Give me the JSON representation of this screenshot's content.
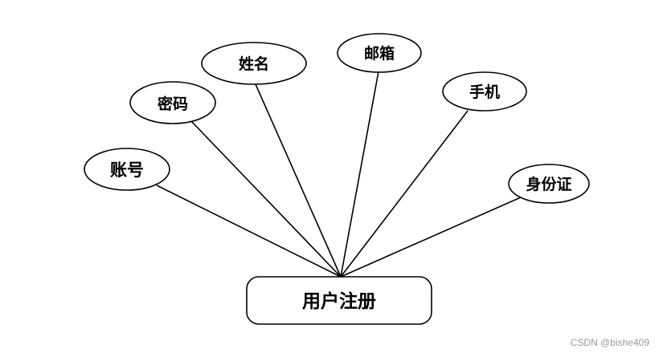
{
  "entity": {
    "label": "用户注册"
  },
  "attributes": [
    {
      "label": "账号"
    },
    {
      "label": "密码"
    },
    {
      "label": "姓名"
    },
    {
      "label": "邮箱"
    },
    {
      "label": "手机"
    },
    {
      "label": "身份证"
    }
  ],
  "watermark": "CSDN @bishe409"
}
